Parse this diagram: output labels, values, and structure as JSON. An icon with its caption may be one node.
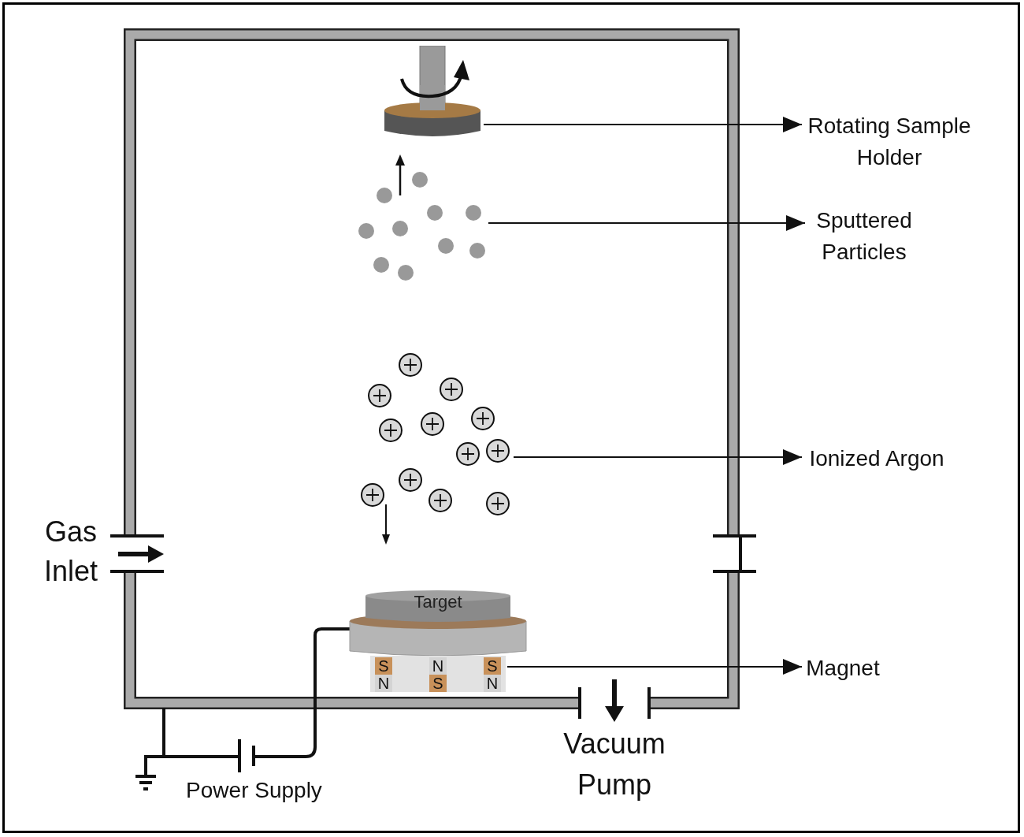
{
  "diagram": {
    "nodes": [
      {
        "text": [
          "Rotating Sample Holder"
        ]
      },
      {
        "text": [
          "Sputtered Particles"
        ]
      },
      {
        "text": [
          "Ionized Argon"
        ]
      },
      {
        "text": [
          "Magnet"
        ]
      },
      {
        "text": [],
        "shape": "picture"
      },
      {
        "text": [],
        "shape": "picture"
      },
      {
        "text": [],
        "shape": "picture"
      },
      {
        "text": [],
        "shape": "picture"
      },
      {
        "text": [
          "Target"
        ]
      }
    ],
    "edges": [
      {
        "from": 4,
        "to": 0,
        "arrow": "to"
      },
      {
        "from": 5,
        "to": 1,
        "arrow": "to"
      },
      {
        "from": 6,
        "to": 2,
        "arrow": "to"
      },
      {
        "from": 7,
        "to": 3,
        "arrow": "to"
      }
    ],
    "labels": [
      "Gas Inlet",
      "Vacuum Pump",
      "Power Supply",
      "S",
      "N",
      "S",
      "N",
      "S",
      "N"
    ]
  }
}
